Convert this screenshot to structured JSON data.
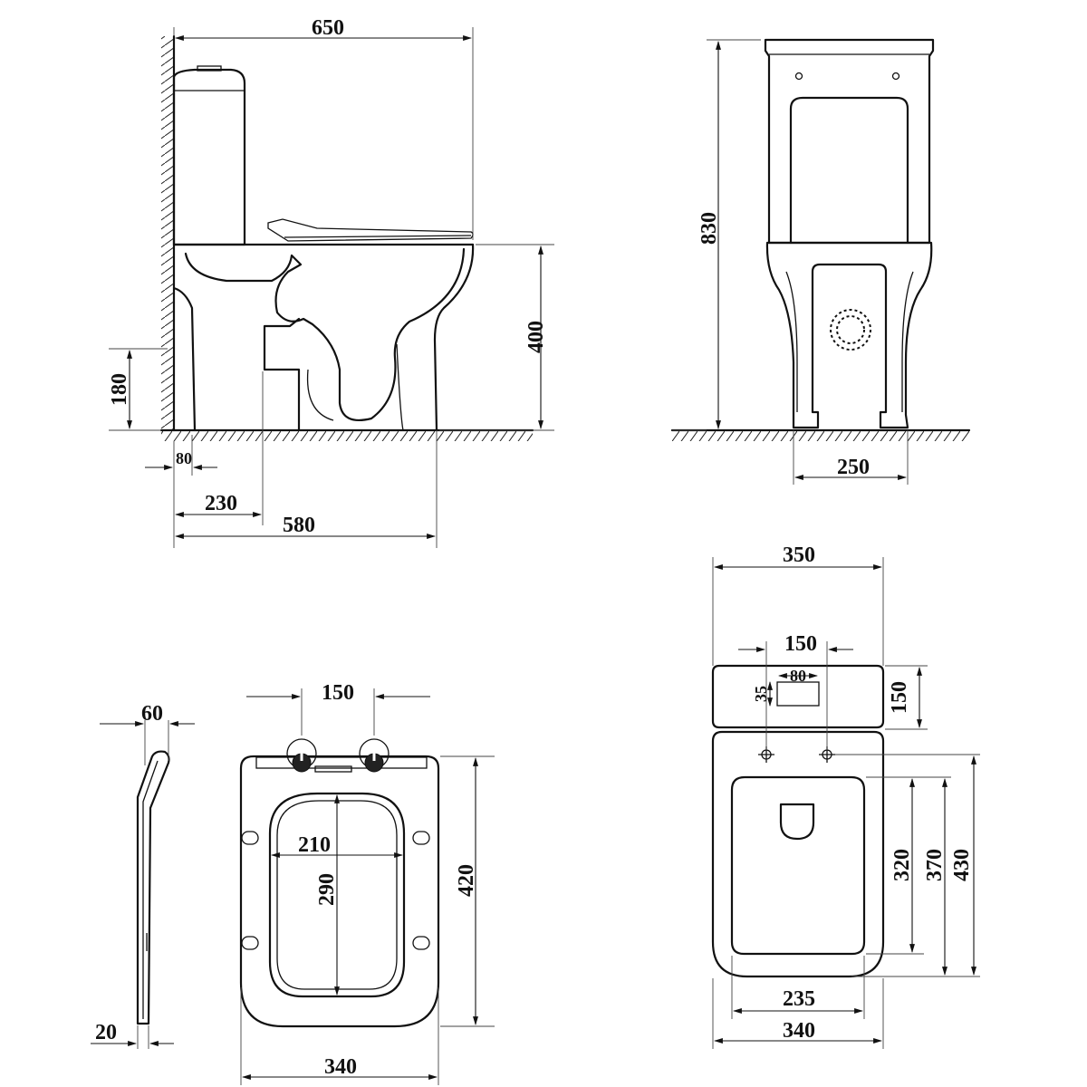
{
  "side_view": {
    "d_650": "650",
    "d_400": "400",
    "d_180": "180",
    "d_80": "80",
    "d_230": "230",
    "d_580": "580"
  },
  "front_view": {
    "d_830": "830",
    "d_250": "250"
  },
  "seat_side": {
    "d_60": "60",
    "d_20": "20"
  },
  "seat_top": {
    "d_150": "150",
    "d_210": "210",
    "d_290": "290",
    "d_420": "420",
    "d_340": "340"
  },
  "top_view": {
    "d_350": "350",
    "d_150_width": "150",
    "d_80": "80",
    "d_35": "35",
    "d_150_depth": "150",
    "d_320": "320",
    "d_370": "370",
    "d_430": "430",
    "d_235": "235",
    "d_340": "340"
  }
}
